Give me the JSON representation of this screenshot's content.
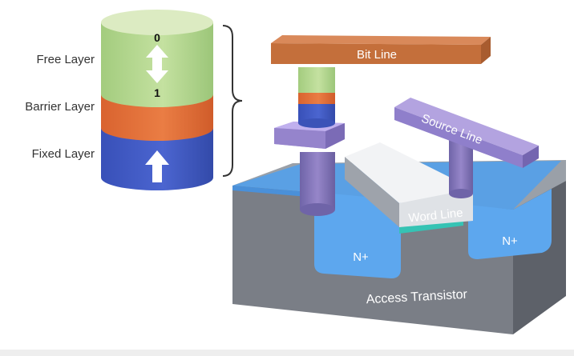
{
  "mtj": {
    "labels": {
      "free_layer": "Free Layer",
      "barrier_layer": "Barrier Layer",
      "fixed_layer": "Fixed Layer"
    },
    "state_0": "0",
    "state_1": "1"
  },
  "structure": {
    "bit_line": "Bit Line",
    "source_line": "Source Line",
    "word_line": "Word Line",
    "n_plus_left": "N+",
    "n_plus_right": "N+",
    "access_transistor": "Access Transistor"
  },
  "colors": {
    "free_layer": "#b2d58e",
    "barrier_layer": "#e0703a",
    "fixed_layer": "#4059c4",
    "bit_line": "#c9753f",
    "source_line": "#9a86d2",
    "via": "#8d7fc0",
    "word_line": "#e3e5e8",
    "gate_oxide": "#36c4b6",
    "substrate": "#7c8088",
    "diffusion": "#5fa6e8"
  }
}
